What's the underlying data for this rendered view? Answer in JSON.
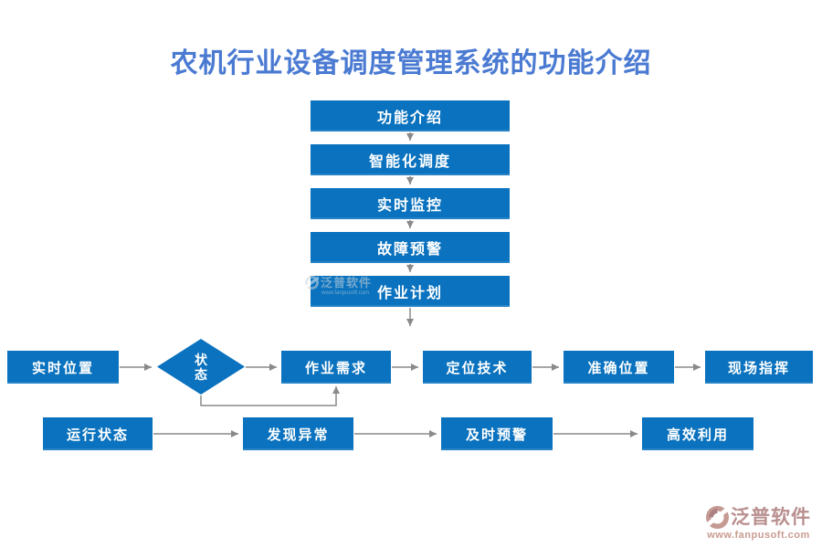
{
  "title": "农机行业设备调度管理系统的功能介绍",
  "vertical_flow": [
    "功能介绍",
    "智能化调度",
    "实时监控",
    "故障预警",
    "作业计划"
  ],
  "decision": {
    "label": "状态"
  },
  "dispatch_row": [
    "实时位置",
    "作业需求",
    "定位技术",
    "准确位置",
    "现场指挥"
  ],
  "monitor_row": [
    "运行状态",
    "发现异常",
    "及时预警",
    "高效利用"
  ],
  "watermark": {
    "brand": "泛普软件",
    "url": "www.fanpusoft.com"
  },
  "logo": {
    "brand": "泛普软件",
    "url": "www.fanpusoft.com"
  },
  "colors": {
    "node_blue": "#0a72be",
    "title_blue": "#4a7ad2",
    "connector_gray": "#8a8a8a",
    "logo_rose": "#b98f8f",
    "logo_rose_light": "#c99c90"
  }
}
